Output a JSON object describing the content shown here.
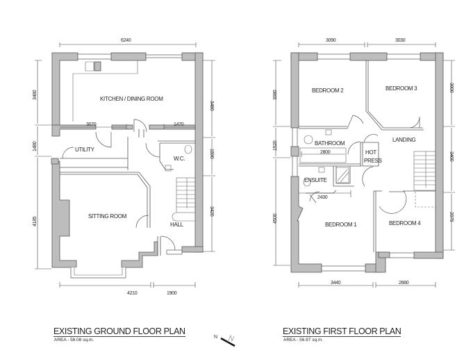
{
  "ground_floor": {
    "title": "EXISTING GROUND FLOOR PLAN",
    "area": "AREA - 58.08 sq.m.",
    "rooms": {
      "kitchen": "KITCHEN / DINING ROOM",
      "utility": "UTILITY",
      "wc": "W.C.",
      "sitting": "SITTING ROOM",
      "hall": "HALL"
    },
    "dimensions": {
      "top_width": "6240",
      "left_kitchen": "3480",
      "left_utility": "1480",
      "left_sitting": "4185",
      "right_kitchen": "3480",
      "right_wc": "1590",
      "right_hall": "3420",
      "kitchen_inner_left": "3070",
      "kitchen_inner_right": "1470",
      "bottom_sitting": "4210",
      "bottom_hall": "1900"
    }
  },
  "first_floor": {
    "title": "EXISTING FIRST FLOOR PLAN",
    "area": "AREA - 56.97 sq.m.",
    "rooms": {
      "bedroom2": "BEDROOM 2",
      "bedroom3": "BEDROOM 3",
      "bathroom": "BATHROOM",
      "landing": "LANDING",
      "hot_press_1": "HOT",
      "hot_press_2": "PRESS",
      "ensuite": "ENSUITE",
      "bedroom1": "BEDROOM 1",
      "bedroom4": "BEDROOM 4"
    },
    "dimensions": {
      "top_left": "3090",
      "top_right": "3030",
      "left_bed2": "3080",
      "left_bath": "1520",
      "left_bed1": "4500",
      "right_bed3": "3000",
      "right_landing": "3400",
      "right_bed4": "2075",
      "bath_inner": "2800",
      "ensuite_inner": "2430",
      "bottom_left": "3440",
      "bottom_right": "2680"
    }
  },
  "north_arrow": {
    "label": "N"
  },
  "colors": {
    "wall_fill": "#bdbdbd",
    "line": "#555555",
    "background": "#ffffff"
  }
}
